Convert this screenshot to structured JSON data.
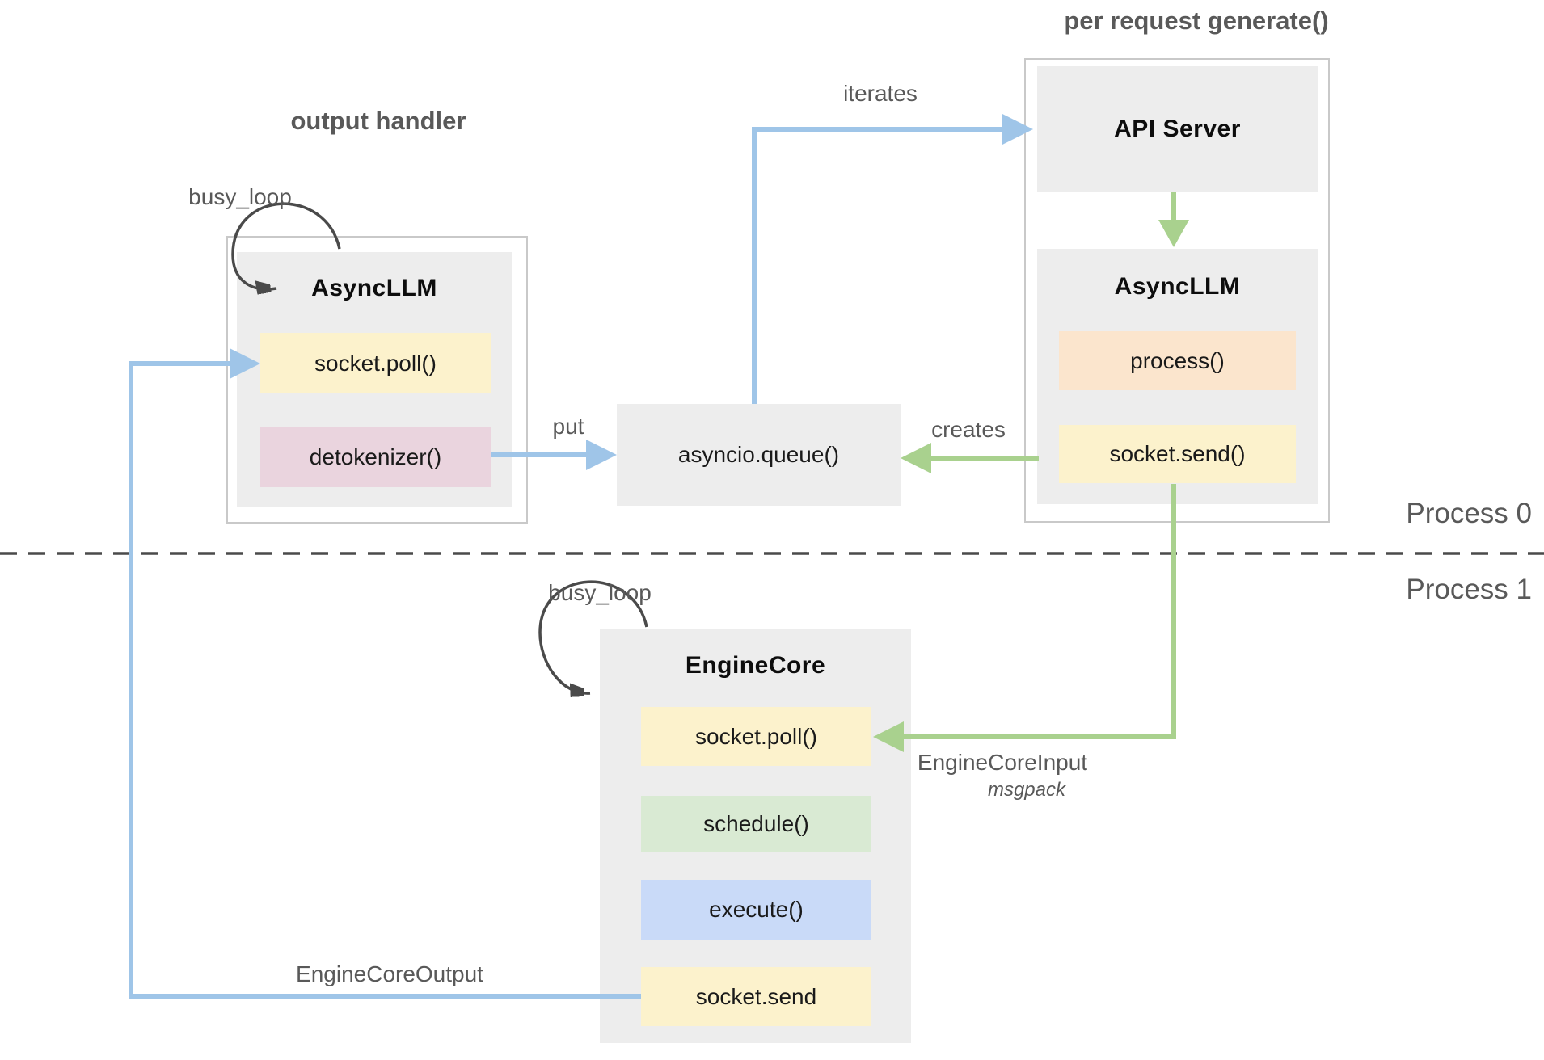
{
  "diagram": {
    "process_labels": {
      "top": "Process 0",
      "bottom": "Process 1"
    },
    "output_handler": {
      "title": "output handler",
      "busy_loop_label": "busy_loop",
      "box_title": "AsyncLLM",
      "items": {
        "socket_poll": "socket.poll()",
        "detokenizer": "detokenizer()"
      }
    },
    "queue": {
      "label": "asyncio.queue()"
    },
    "per_request": {
      "title": "per request generate()",
      "api_server": "API Server",
      "box_title": "AsyncLLM",
      "items": {
        "process": "process()",
        "socket_send": "socket.send()"
      }
    },
    "engine_core": {
      "busy_loop_label": "busy_loop",
      "box_title": "EngineCore",
      "items": {
        "socket_poll": "socket.poll()",
        "schedule": "schedule()",
        "execute": "execute()",
        "socket_send": "socket.send"
      }
    },
    "edges": {
      "iterates": "iterates",
      "put": "put",
      "creates": "creates",
      "engine_core_output": "EngineCoreOutput",
      "engine_core_input": "EngineCoreInput",
      "msgpack": "msgpack"
    },
    "colors": {
      "arrow_blue": "#9fc5e8",
      "arrow_green": "#a9d18e",
      "loop_arrow_gray": "#4a4a4a",
      "label_gray": "#595959",
      "container_gray": "#ededed",
      "chip_yellow": "#fcf2cc",
      "chip_pink": "#ead4de",
      "chip_orange": "#fbe5cd",
      "chip_green": "#d9ead3",
      "chip_blue": "#c9daf8",
      "border_gray": "#c9c9c9"
    }
  }
}
